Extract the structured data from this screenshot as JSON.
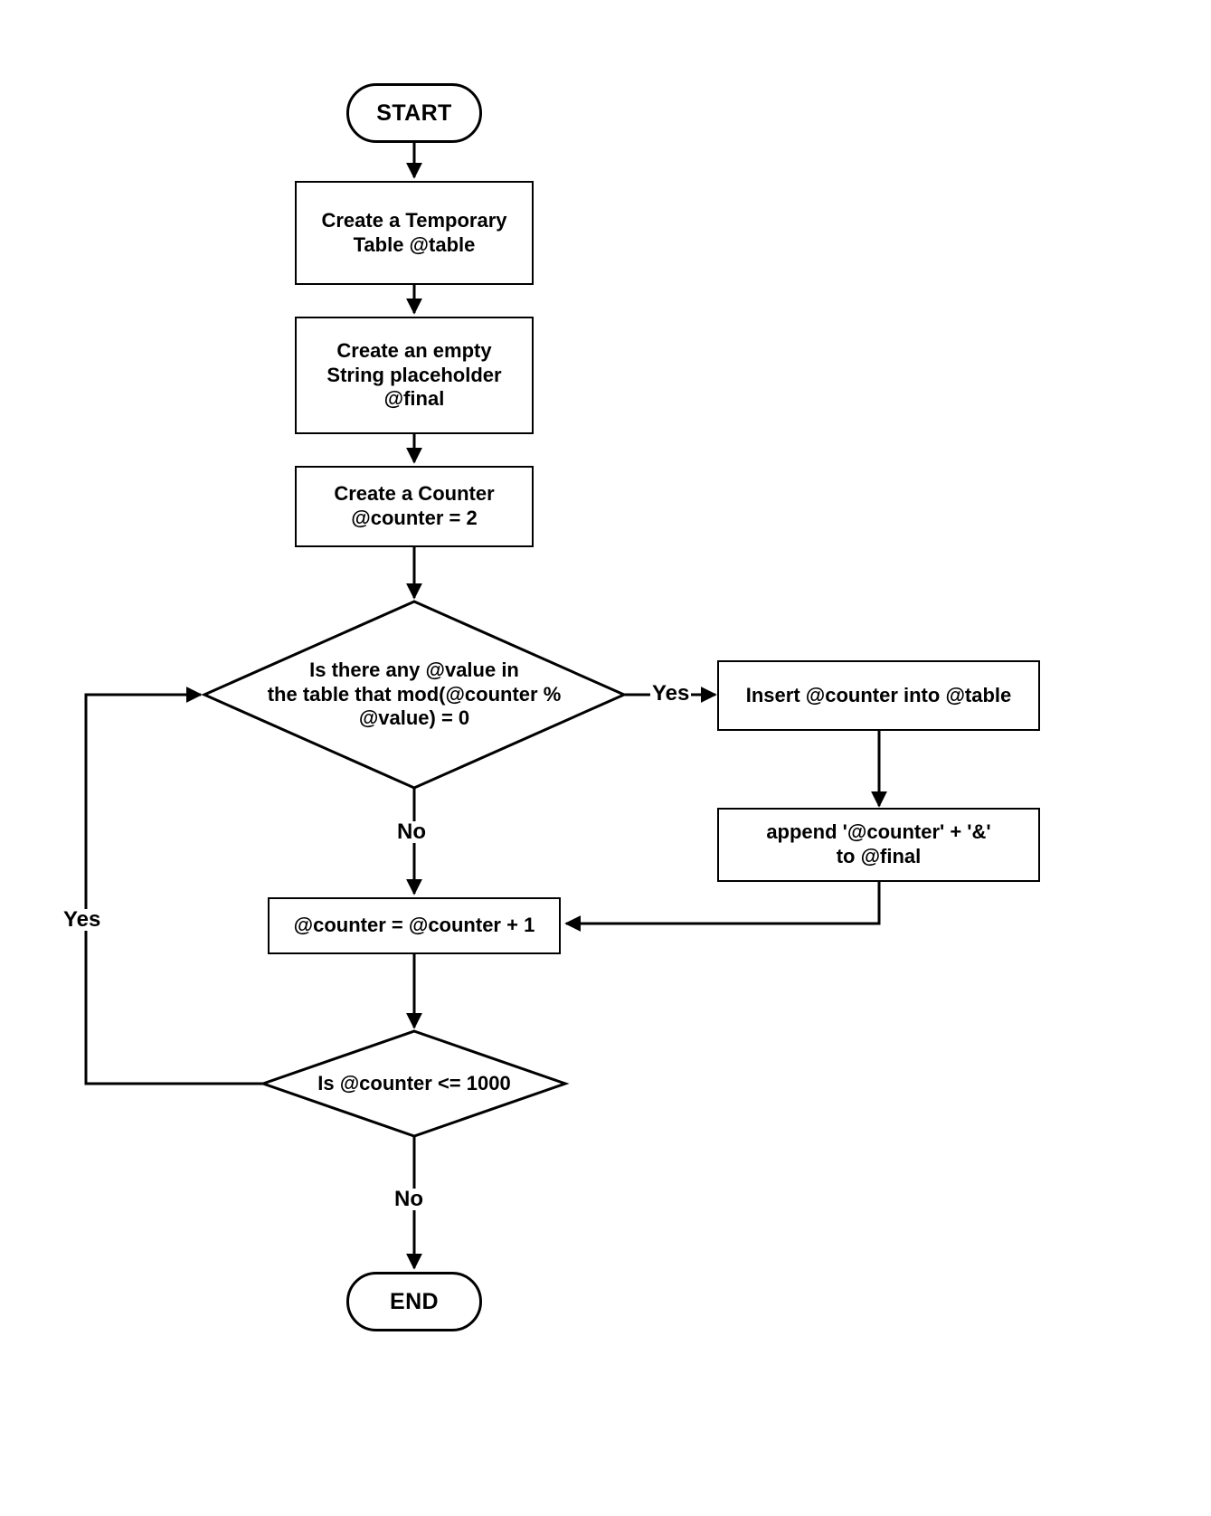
{
  "diagram": {
    "title": "Prime number generation flowchart",
    "stroke_color": "#000000",
    "background_color": "#ffffff",
    "nodes": {
      "start": {
        "label": "START",
        "shape": "terminator"
      },
      "create_table": {
        "label": "Create a  Temporary\nTable @table",
        "shape": "process"
      },
      "create_string": {
        "label": "Create an empty\nString placeholder\n@final",
        "shape": "process"
      },
      "create_counter": {
        "label": "Create a Counter\n@counter = 2",
        "shape": "process"
      },
      "decision_mod": {
        "label": "Is there any @value in\nthe table that mod(@counter %\n@value) = 0",
        "shape": "decision"
      },
      "insert_counter": {
        "label": "Insert @counter into @table",
        "shape": "process"
      },
      "append_final": {
        "label": "append '@counter' + '&'\nto @final",
        "shape": "process"
      },
      "increment": {
        "label": "@counter = @counter + 1",
        "shape": "process"
      },
      "decision_limit": {
        "label": "Is @counter <= 1000",
        "shape": "decision"
      },
      "end": {
        "label": "END",
        "shape": "terminator"
      }
    },
    "edge_labels": {
      "mod_yes": "Yes",
      "mod_no": "No",
      "limit_yes": "Yes",
      "limit_no": "No"
    }
  }
}
